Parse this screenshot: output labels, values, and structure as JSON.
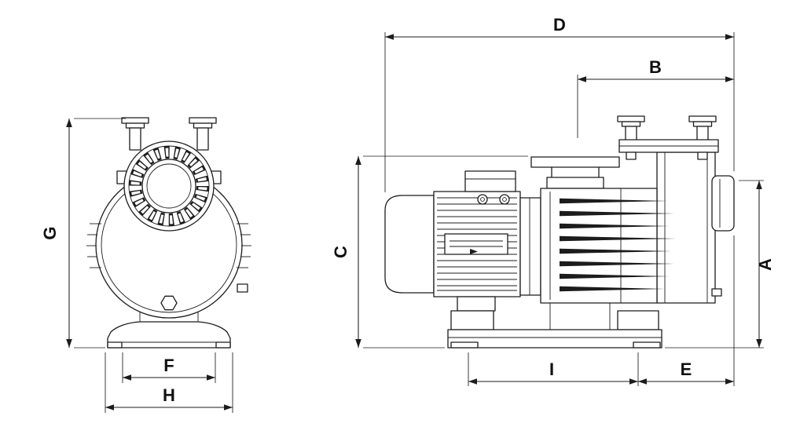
{
  "dims": {
    "front": {
      "G": "G",
      "F": "F",
      "H": "H"
    },
    "side": {
      "D": "D",
      "B": "B",
      "C": "C",
      "A": "A",
      "I": "I",
      "E": "E"
    }
  },
  "colors": {
    "line": "#1c1c1c",
    "background": "#ffffff"
  }
}
